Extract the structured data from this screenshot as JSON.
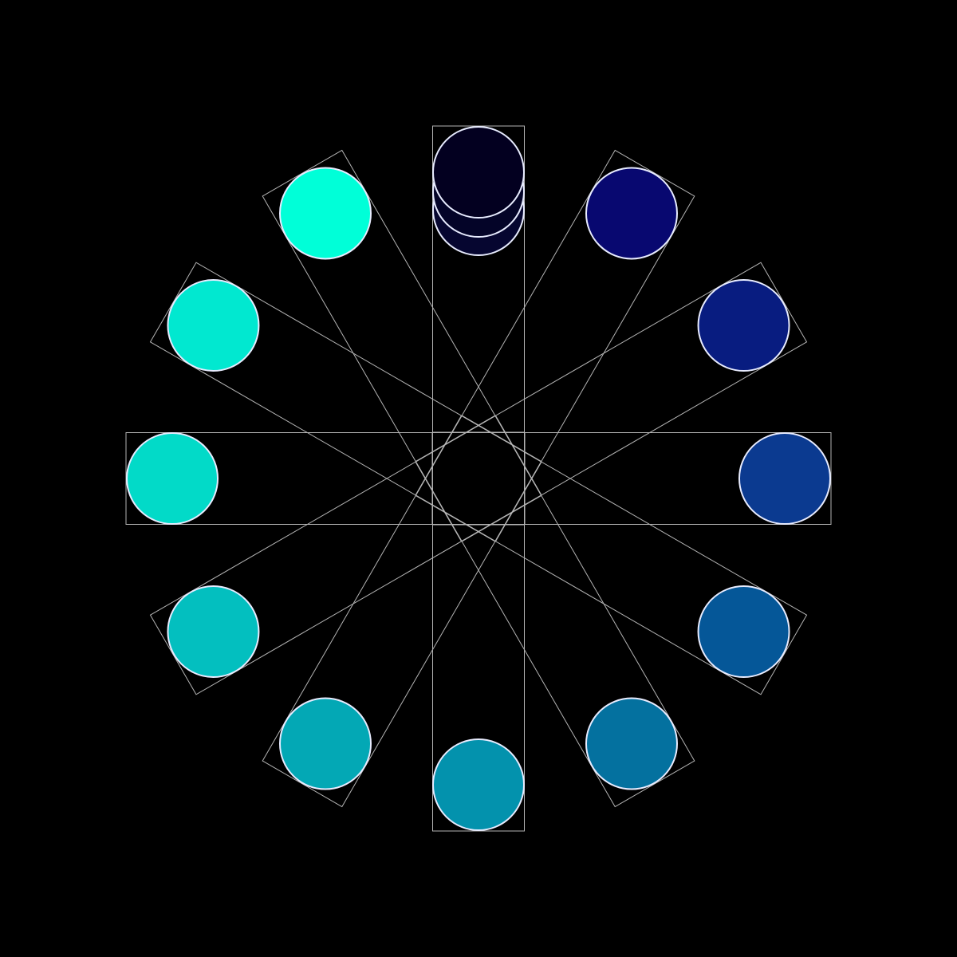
{
  "background": "#000000",
  "frame_color": "#b4b4b4",
  "dot_outline_color": "#e8ecff",
  "arms": [
    {
      "angle_deg": 0,
      "color": "#0b3a90"
    },
    {
      "angle_deg": 30,
      "color": "#055798"
    },
    {
      "angle_deg": 60,
      "color": "#04719f"
    },
    {
      "angle_deg": 90,
      "color": "#0392ad"
    },
    {
      "angle_deg": 120,
      "color": "#03a8b5"
    },
    {
      "angle_deg": 150,
      "color": "#03bfbf"
    },
    {
      "angle_deg": 180,
      "color": "#02dac8"
    },
    {
      "angle_deg": 210,
      "color": "#01e8d0"
    },
    {
      "angle_deg": 240,
      "color": "#00ffd8"
    },
    {
      "angle_deg": 270,
      "color": "#030020"
    },
    {
      "angle_deg": 300,
      "color": "#080870"
    },
    {
      "angle_deg": 330,
      "color": "#081c80"
    }
  ],
  "stacked_top_dots": [
    {
      "color": "#060630"
    },
    {
      "color": "#040428"
    },
    {
      "color": "#030020"
    }
  ]
}
